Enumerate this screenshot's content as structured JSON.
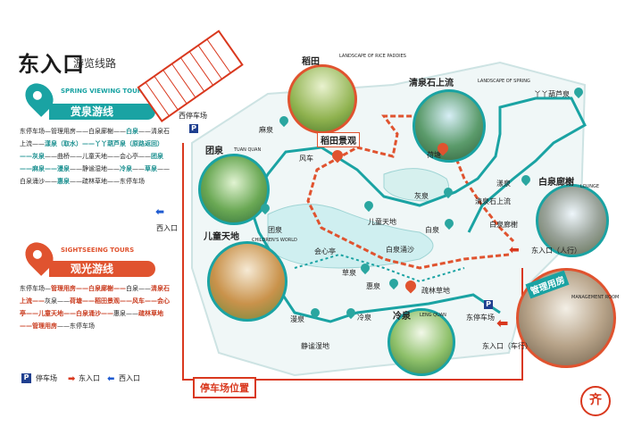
{
  "title": {
    "main": "东入口",
    "sub": "游览线路"
  },
  "spring_tour": {
    "en": "SPRING VIEWING TOURS",
    "cn": "赏泉游线",
    "color": "#1aa3a3",
    "route": [
      {
        "t": "东停车场—",
        "c": ""
      },
      {
        "t": "管理用房——白泉廊榭——",
        "c": ""
      },
      {
        "t": "白泉",
        "c": "g"
      },
      {
        "t": "——清泉石上流——",
        "c": ""
      },
      {
        "t": "漾泉（取水）",
        "c": "g"
      },
      {
        "t": "——丫丫葫芦泉（原路返回）——",
        "c": "g"
      },
      {
        "t": "灰泉",
        "c": "g"
      },
      {
        "t": "——曲桥——儿童天地——会心亭——",
        "c": ""
      },
      {
        "t": "团泉",
        "c": "g"
      },
      {
        "t": "——麻泉——",
        "c": "g"
      },
      {
        "t": "漫泉",
        "c": "g"
      },
      {
        "t": "——静谧湿地——",
        "c": ""
      },
      {
        "t": "冷泉",
        "c": "g"
      },
      {
        "t": "——",
        "c": ""
      },
      {
        "t": "草泉",
        "c": "g"
      },
      {
        "t": "——白泉涌沙——",
        "c": ""
      },
      {
        "t": "惠泉",
        "c": "g"
      },
      {
        "t": "——疏林草地——东停车场",
        "c": ""
      }
    ]
  },
  "sight_tour": {
    "en": "SIGHTSEEING TOURS",
    "cn": "观光游线",
    "color": "#e0532f",
    "route": [
      {
        "t": "东停车场—",
        "c": ""
      },
      {
        "t": "管理用房——白泉廊榭——",
        "c": "r"
      },
      {
        "t": "白泉——",
        "c": ""
      },
      {
        "t": "清泉石上流——",
        "c": "r"
      },
      {
        "t": "灰泉——",
        "c": ""
      },
      {
        "t": "荷塘——稻田景观",
        "c": "r"
      },
      {
        "t": "——风车——会心亭——儿童天地——",
        "c": "r"
      },
      {
        "t": "白泉涌沙——",
        "c": "r"
      },
      {
        "t": "惠泉——",
        "c": ""
      },
      {
        "t": "疏林草地——管理用房",
        "c": "r"
      },
      {
        "t": "——东停车场",
        "c": ""
      }
    ]
  },
  "legend": {
    "parking": "停车场",
    "east": "东入口",
    "west": "西入口",
    "p": "P"
  },
  "labels": {
    "west_parking": "西停车场",
    "west_entrance": "西入口",
    "rice": "稻田",
    "rice_en": "LANDSCAPE OF RICE PADDIES",
    "rice_view": "稻田景观",
    "qing_stream": "清泉石上流",
    "qing_en": "LANDSCAPE OF SPRING",
    "yaya": "丫丫葫芦泉",
    "ma": "麻泉",
    "tuan_big": "团泉",
    "tuan_en": "TUAN QUAN",
    "tuan": "团泉",
    "windmill": "风车",
    "lotus": "荷塘",
    "hui_spring": "灰泉",
    "bai_spring": "白泉",
    "yang": "漾泉",
    "qing_small": "清泉石上流",
    "bai_gallery": "白泉廊榭",
    "bai_gallery_big": "白泉廊榭",
    "lounge_en": "LOUNGE",
    "kids": "儿童天地",
    "kids_big": "儿童天地",
    "kids_en": "CHILDREN'S WORLD",
    "pavilion": "会心亭",
    "bai_sand": "白泉涌沙",
    "cao": "草泉",
    "hui": "惠泉",
    "grove": "疏林草地",
    "man": "漫泉",
    "leng_small": "冷泉",
    "leng_big": "冷泉",
    "leng_en": "LENG QUAN",
    "wetland": "静谧湿地",
    "east_parking": "东停车场",
    "east_walk": "东入口（人行）",
    "east_car": "东入口（车行）",
    "mgmt": "管理用房",
    "mgmt_en": "MANAGEMENT ROOM",
    "parking_pos": "停车场位置"
  }
}
